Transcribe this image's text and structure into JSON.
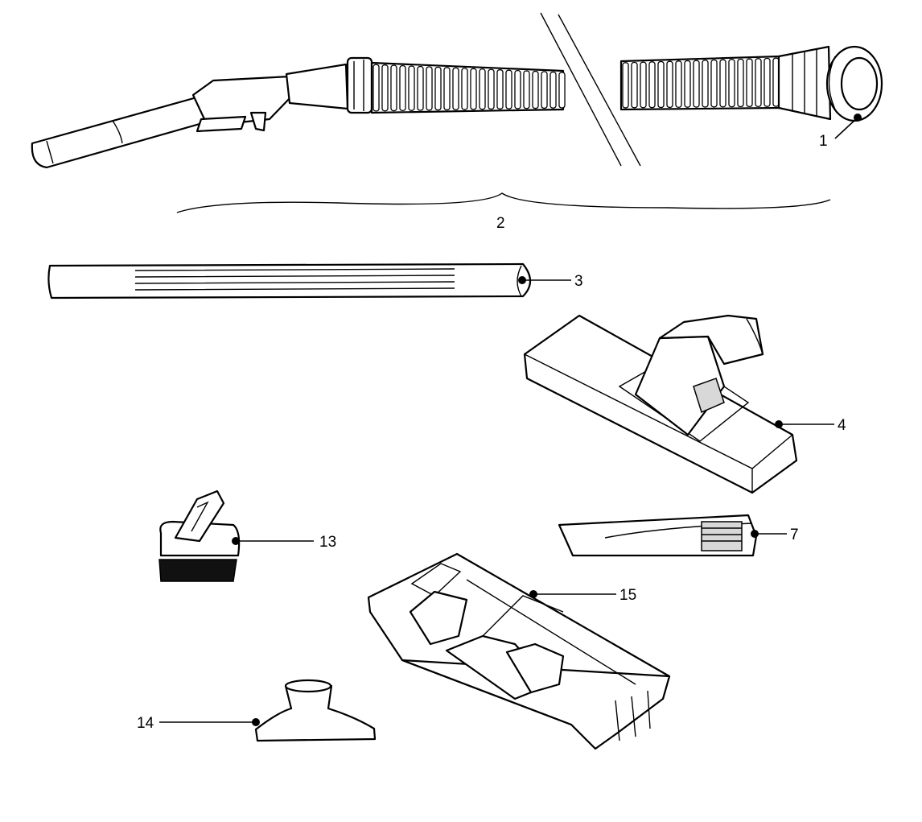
{
  "callouts": {
    "c1": "1",
    "c2": "2",
    "c3": "3",
    "c4": "4",
    "c7": "7",
    "c13": "13",
    "c14": "14",
    "c15": "15"
  },
  "colors": {
    "ink": "#000000",
    "paper": "#ffffff",
    "shade": "#d8d8d8"
  }
}
